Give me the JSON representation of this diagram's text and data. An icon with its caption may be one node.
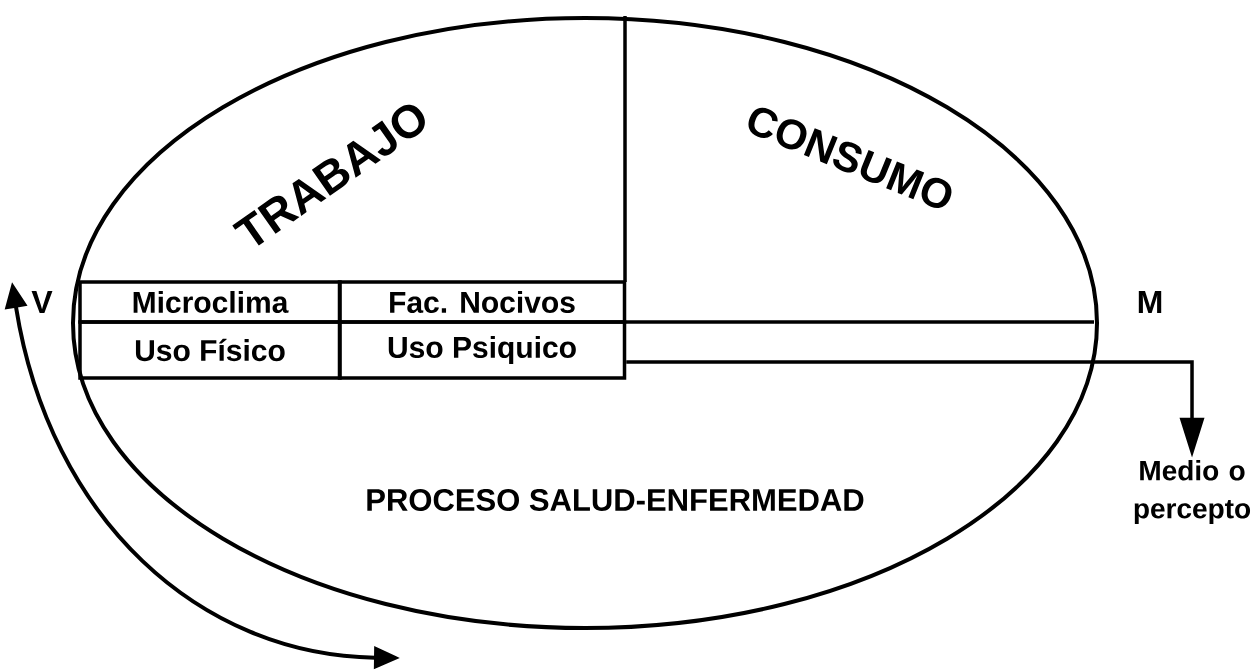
{
  "diagram": {
    "nodes": [
      {
        "text": [
          "PROCESO SALUD-ENFERMEDAD"
        ]
      },
      {
        "text": [
          "Microclima"
        ],
        "in": 0
      },
      {
        "text": [
          "Fac. Nocivos"
        ],
        "in": 0
      },
      {
        "text": [
          "Uso Físico"
        ],
        "in": 0
      },
      {
        "text": [
          "Uso Psiquico"
        ],
        "in": 0
      },
      {
        "text": [
          "Medio o percepto"
        ]
      }
    ],
    "edges": [
      {
        "from": 4,
        "to": 5,
        "arrow": "to"
      }
    ],
    "labels": [
      "TRABAJO",
      "CONSUMO",
      "V",
      "M"
    ]
  }
}
